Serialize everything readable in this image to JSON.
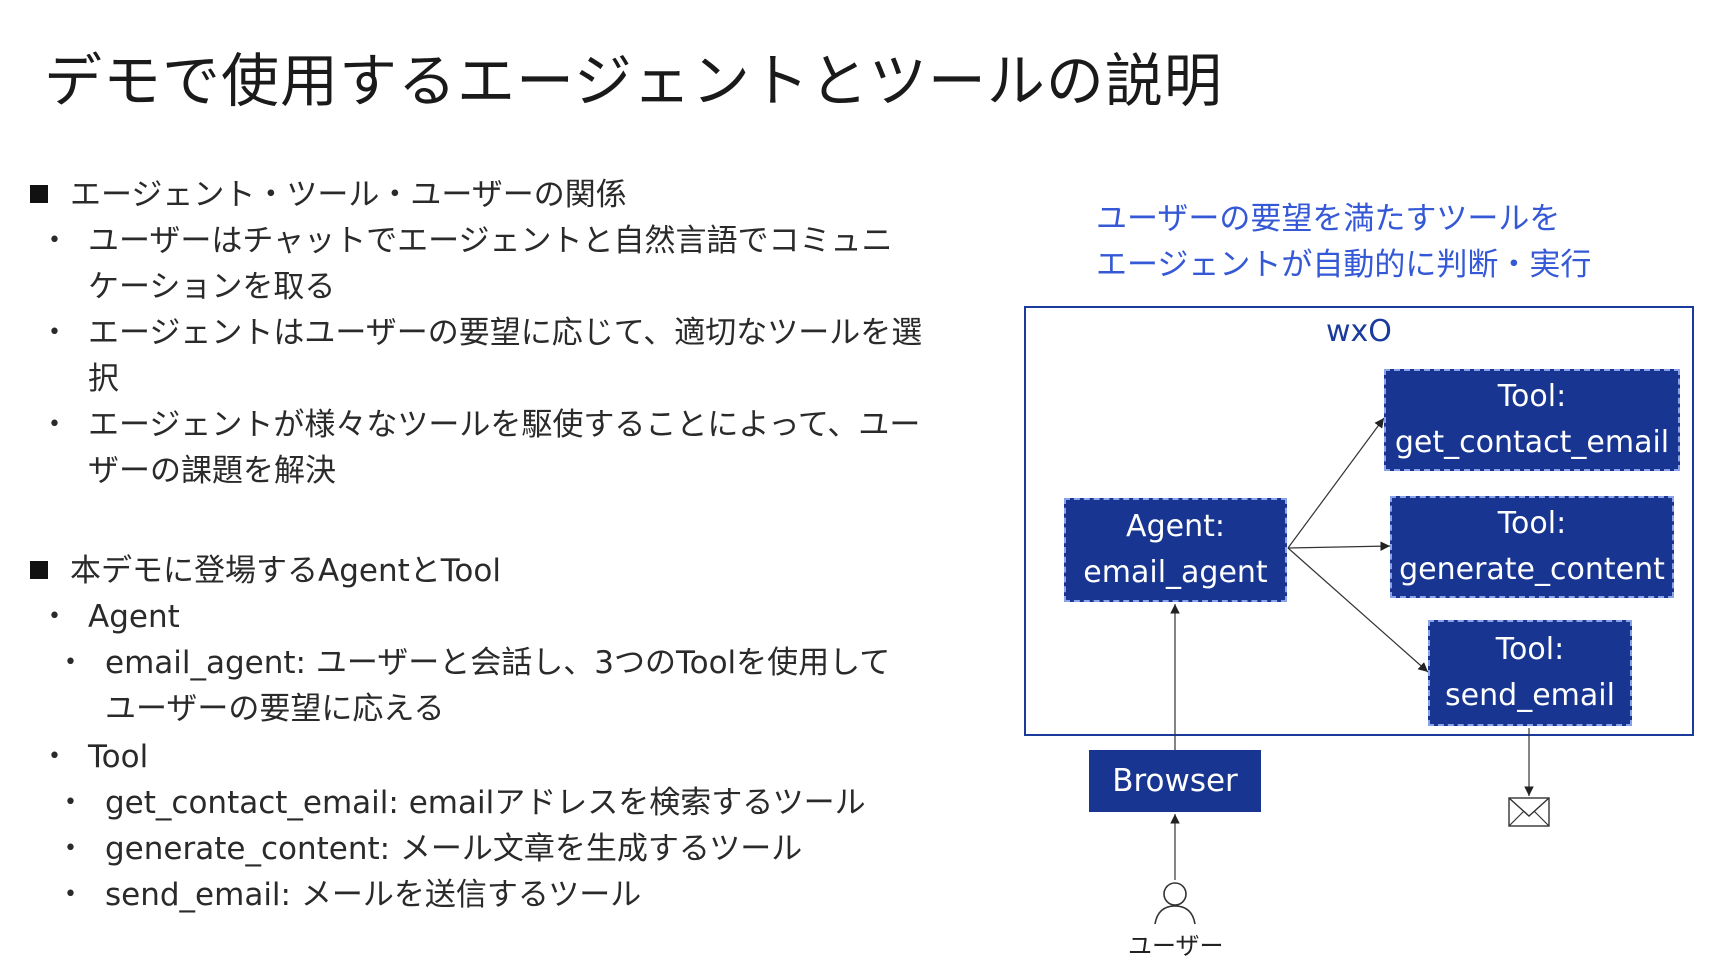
{
  "title": "デモで使用するエージェントとツールの説明",
  "section1": {
    "heading": "エージェント・ツール・ユーザーの関係",
    "bullets": [
      [
        "ユーザーはチャットでエージェントと自然言語でコミュニ",
        "ケーションを取る"
      ],
      [
        "エージェントはユーザーの要望に応じて、適切なツールを選",
        "択"
      ],
      [
        "エージェントが様々なツールを駆使することによって、ユー",
        "ザーの課題を解決"
      ]
    ]
  },
  "section2": {
    "heading": "本デモに登場するAgentとTool",
    "agent_label": "Agent",
    "agent_desc": [
      "email_agent: ユーザーと会話し、3つのToolを使用して",
      "ユーザーの要望に応える"
    ],
    "tool_label": "Tool",
    "tools": [
      "get_contact_email: emailアドレスを検索するツール",
      "generate_content: メール文章を生成するツール",
      "send_email: メールを送信するツール"
    ]
  },
  "diagram": {
    "caption": [
      "ユーザーの要望を満たすツールを",
      "エージェントが自動的に判断・実行"
    ],
    "container_label": "wxO",
    "agent": [
      "Agent:",
      "email_agent"
    ],
    "tool1": [
      "Tool:",
      "get_contact_email"
    ],
    "tool2": [
      "Tool:",
      "generate_content"
    ],
    "tool3": [
      "Tool:",
      "send_email"
    ],
    "browser": "Browser",
    "user": "ユーザー",
    "envelope_icon": "envelope-icon",
    "user_icon": "user-icon"
  },
  "colors": {
    "node_fill": "#173591",
    "frame": "#1a3a9c",
    "caption": "#3458d6"
  }
}
